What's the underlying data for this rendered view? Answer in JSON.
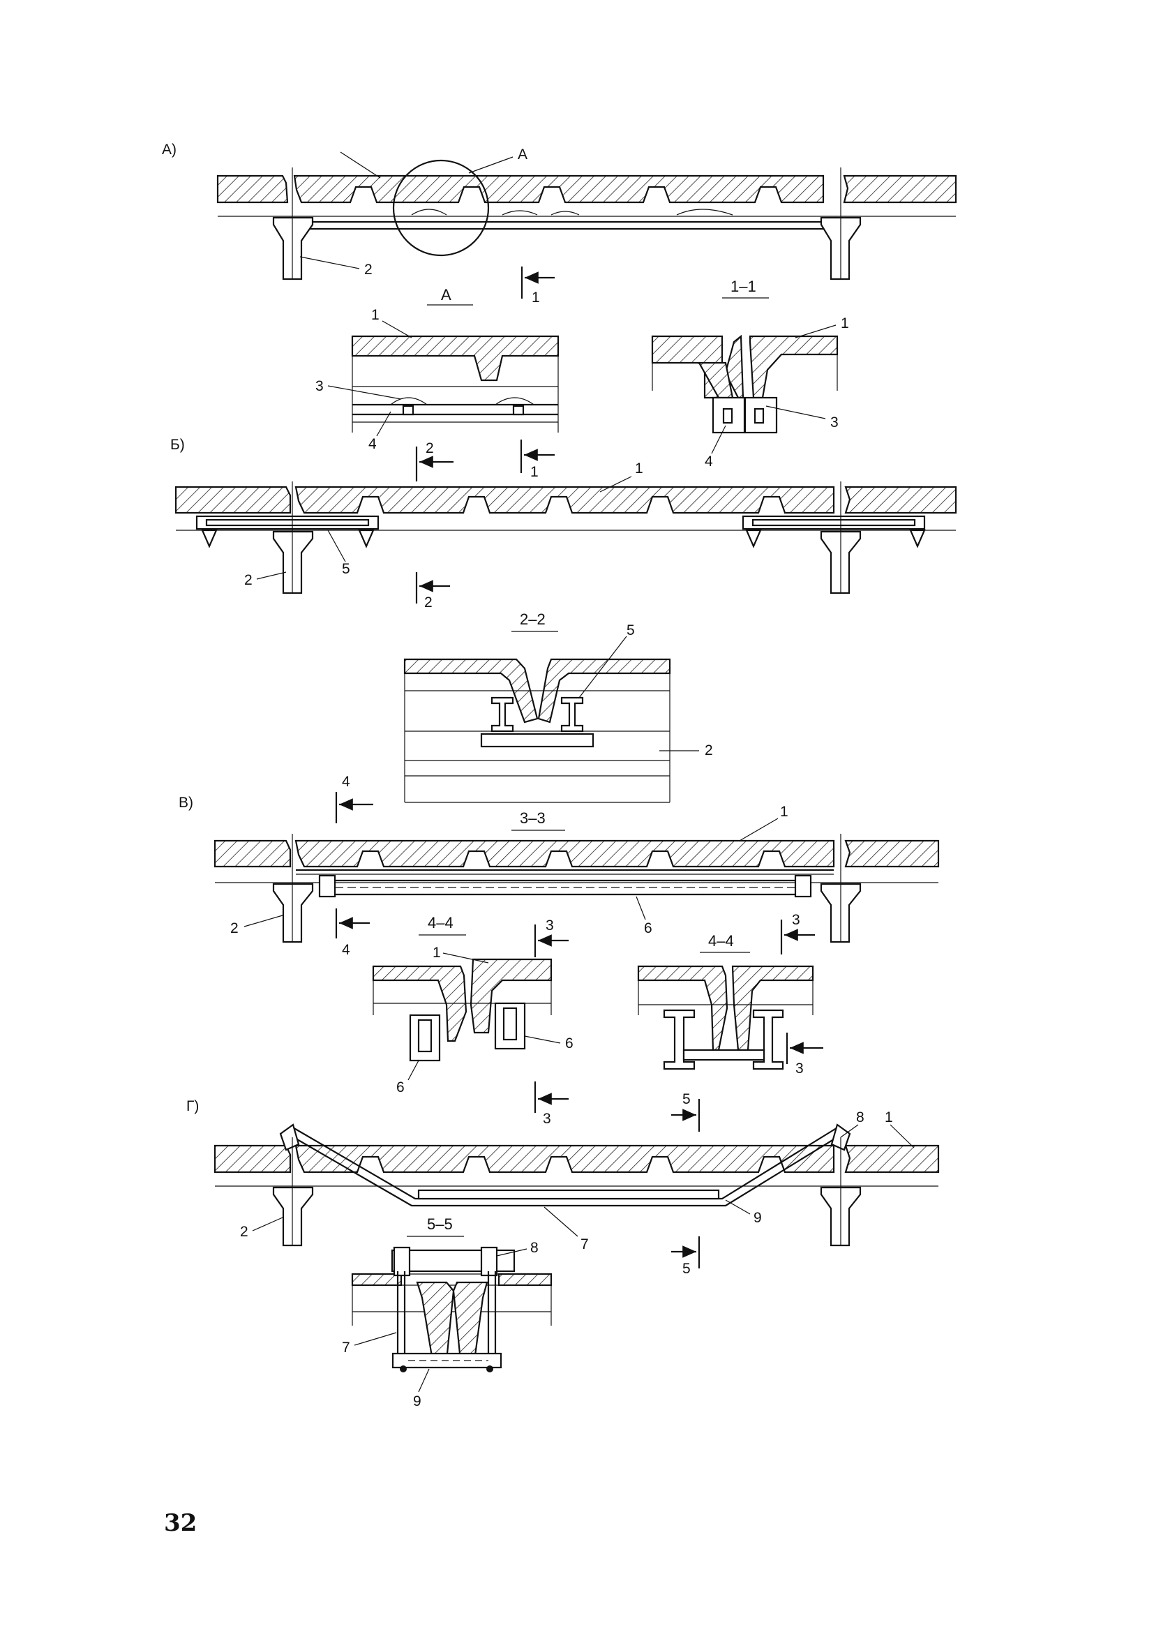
{
  "page_number": "32",
  "panels": {
    "a": {
      "letter": "А)",
      "detail_marker": "А",
      "detail_title": "А",
      "section_title": "1–1",
      "callouts": {
        "c1": "1",
        "c2": "2",
        "c3a": "3",
        "c4a": "4",
        "c1s": "1",
        "c3s": "3",
        "c4s": "4"
      },
      "cut_marks": {
        "top": "1",
        "bottom": "1"
      }
    },
    "b": {
      "letter": "Б)",
      "section_title": "2–2",
      "callouts": {
        "c1": "1",
        "c2": "2",
        "c5": "5",
        "s5": "5",
        "s2": "2"
      },
      "cut_marks": {
        "top": "2",
        "bottom": "2"
      }
    },
    "v": {
      "letter": "В)",
      "section_title": "3–3",
      "left_section_title": "4–4",
      "right_section_title": "4–4",
      "callouts": {
        "c1": "1",
        "c2": "2",
        "c6": "6",
        "l1": "1",
        "l6a": "6",
        "l6b": "6"
      },
      "cut_marks": {
        "m4top": "4",
        "m4bot": "4",
        "m3a": "3",
        "m3b": "3",
        "m3c": "3",
        "m3d": "3"
      }
    },
    "g": {
      "letter": "Г)",
      "section_title": "5–5",
      "callouts": {
        "c1": "1",
        "c2": "2",
        "c7": "7",
        "c8": "8",
        "c9": "9",
        "s7": "7",
        "s8": "8",
        "s9": "9"
      },
      "cut_marks": {
        "m5top": "5",
        "m5bot": "5"
      }
    }
  }
}
